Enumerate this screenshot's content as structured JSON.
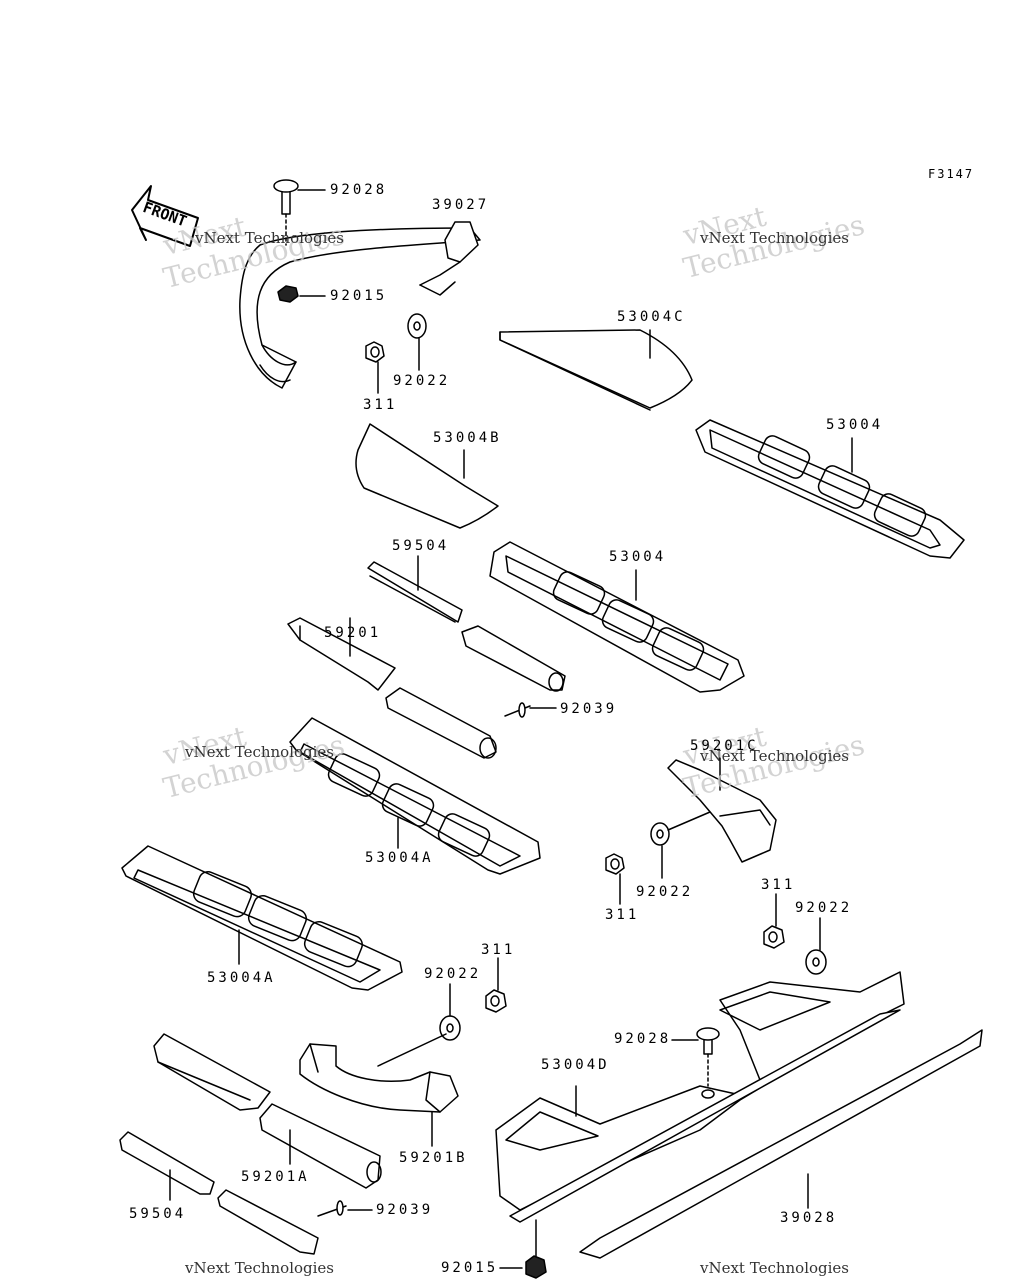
{
  "figure_code": "F3147",
  "front_arrow_text": "FRONT",
  "watermark": {
    "line1": "vNext",
    "line2": "Technologies",
    "small": "vNext Technologies"
  },
  "labels": {
    "p92028_top": "92028",
    "p39027": "39027",
    "p92015_top": "92015",
    "p92022_top": "92022",
    "p311_top": "311",
    "p53004C": "53004C",
    "p53004B": "53004B",
    "p53004_right": "53004",
    "p59504_top": "59504",
    "p53004_mid": "53004",
    "p59201": "59201",
    "p92039_top": "92039",
    "p59201C": "59201C",
    "p53004A_mid": "53004A",
    "p92022_mid": "92022",
    "p311_mid": "311",
    "p53004A_left": "53004A",
    "p311_right": "311",
    "p92022_right": "92022",
    "p311_low": "311",
    "p92022_low": "92022",
    "p92028_low": "92028",
    "p53004D": "53004D",
    "p59201B": "59201B",
    "p59201A": "59201A",
    "p59504_low": "59504",
    "p92039_low": "92039",
    "p39028": "39028",
    "p92015_low": "92015"
  }
}
